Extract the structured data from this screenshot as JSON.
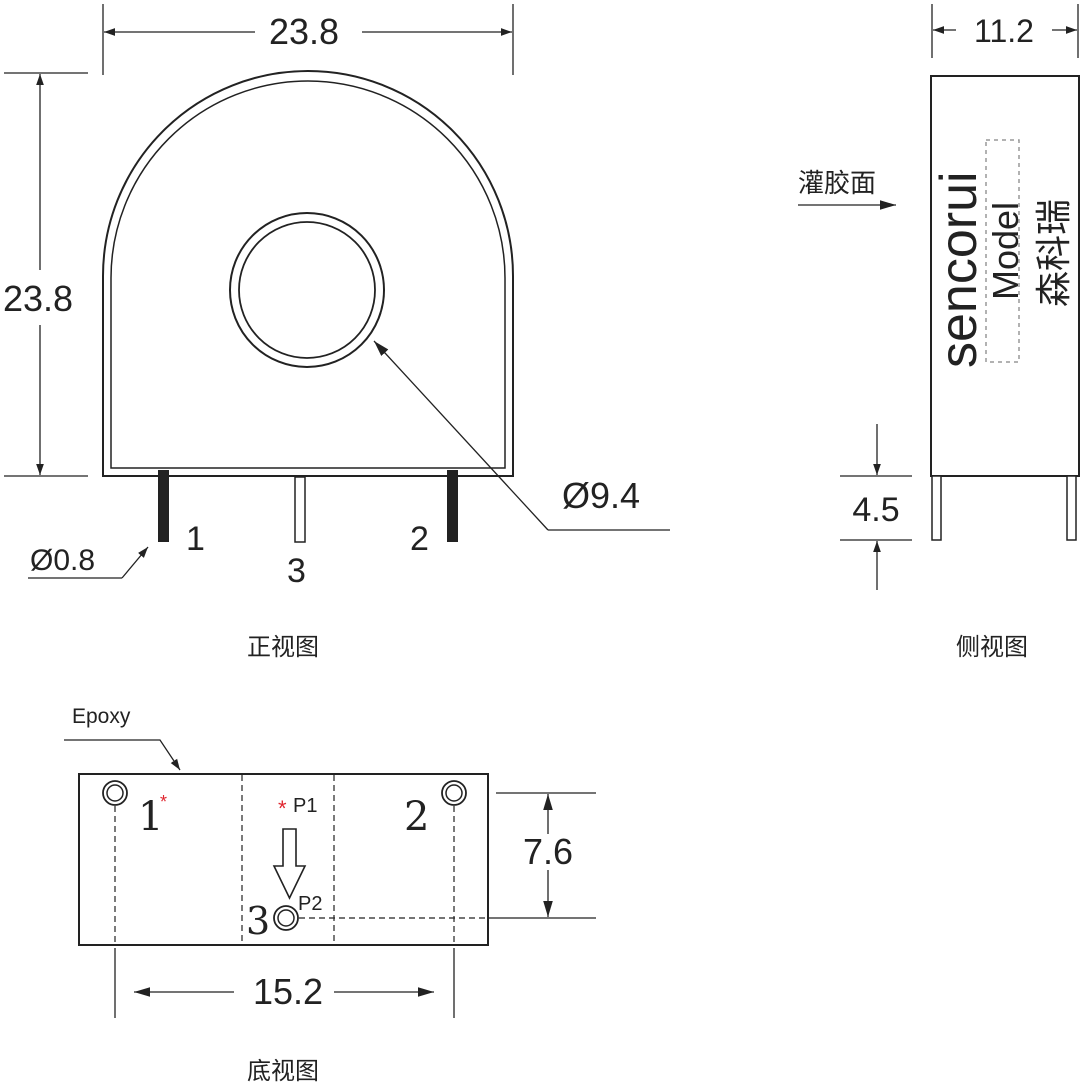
{
  "front_view": {
    "caption": "正视图",
    "dim_width": "23.8",
    "dim_height": "23.8",
    "dim_hole": "Ø9.4",
    "dim_pin": "Ø0.8",
    "pin_1": "1",
    "pin_2": "2",
    "pin_3": "3"
  },
  "side_view": {
    "caption": "侧视图",
    "dim_thickness": "11.2",
    "dim_pin_length": "4.5",
    "potting_face_label": "灌胶面",
    "brand_text": "sencorui",
    "model_text": "Model",
    "brand_cn": "森科瑞"
  },
  "bottom_view": {
    "caption": "底视图",
    "epoxy_label": "Epoxy",
    "dim_spacing": "15.2",
    "dim_depth": "7.6",
    "pin_1": "1",
    "pin_2": "2",
    "pin_3": "3",
    "p1_label": "P1",
    "p2_label": "P2",
    "star_mark": "*",
    "accent_color": "#e0262f"
  }
}
